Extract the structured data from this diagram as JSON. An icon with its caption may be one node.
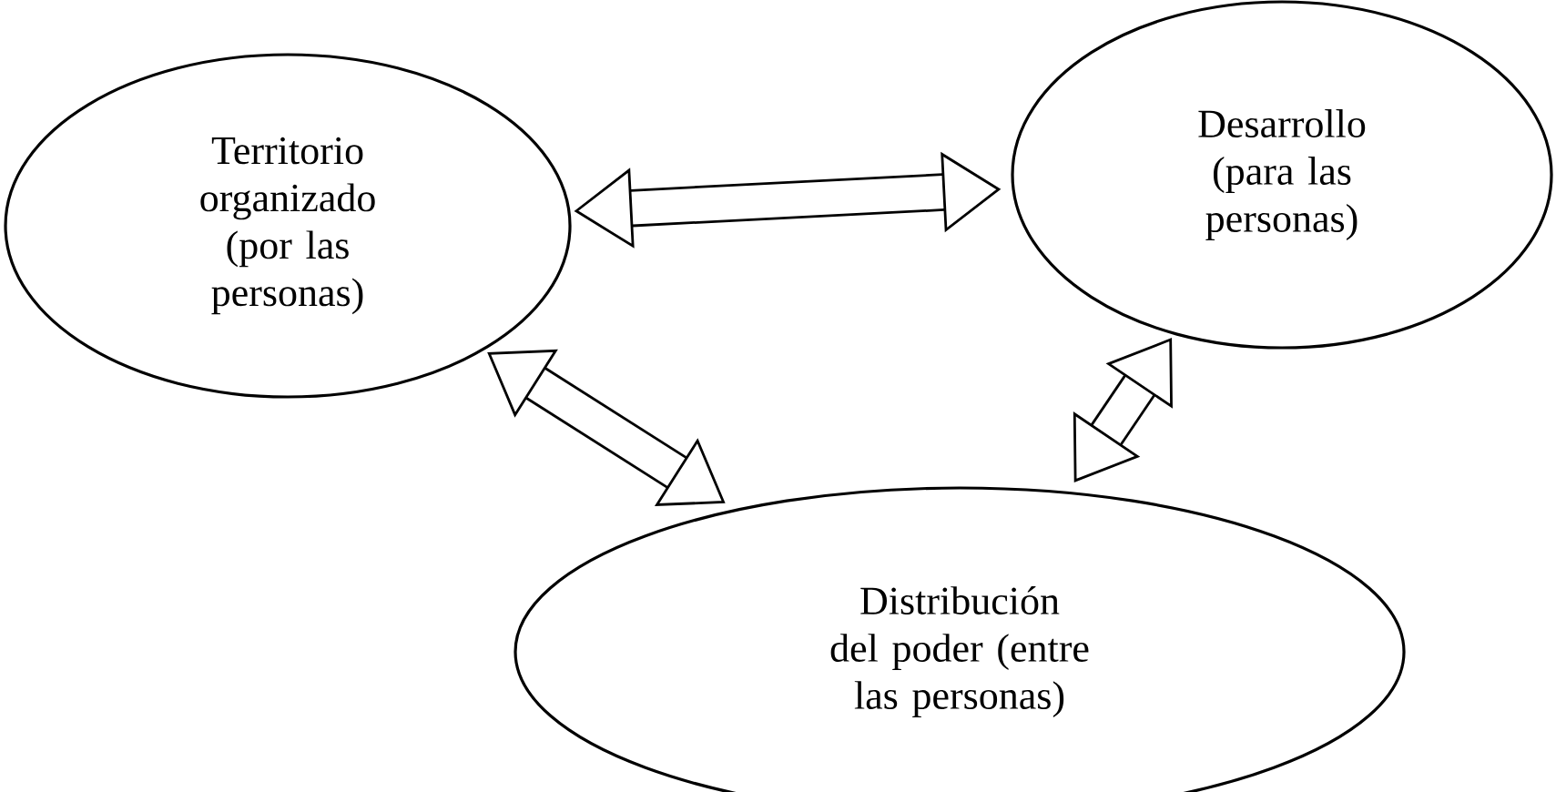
{
  "diagram": {
    "nodes": [
      {
        "text": [
          "Territorio organizado (por las personas)"
        ]
      },
      {
        "text": [
          "Desarrollo (para las personas)"
        ]
      },
      {
        "text": [
          "Distribución del poder (entre las personas)"
        ]
      }
    ],
    "edges": [
      {
        "from": 0,
        "to": 1,
        "arrow": "both"
      },
      {
        "from": 0,
        "to": 2,
        "arrow": "both"
      },
      {
        "from": 1,
        "to": 2,
        "arrow": "both"
      }
    ]
  }
}
